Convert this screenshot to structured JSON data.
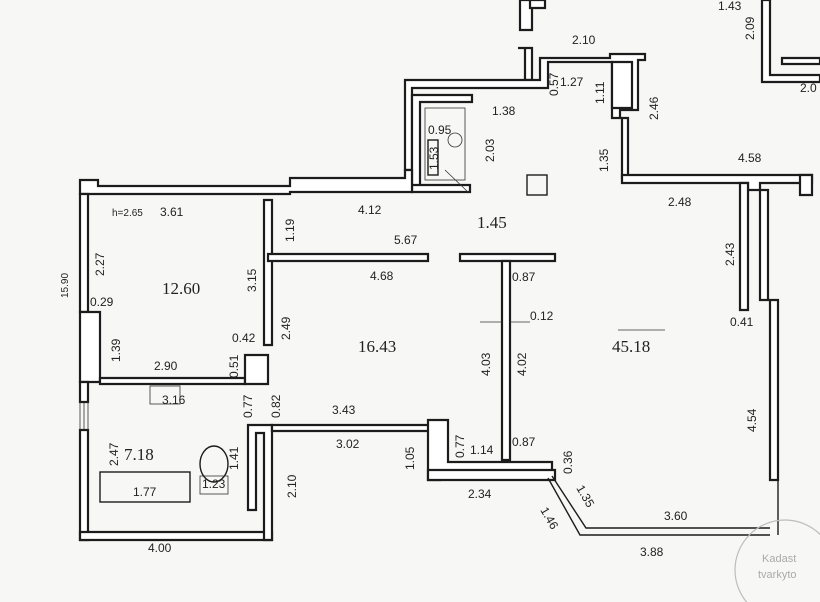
{
  "plan": {
    "height_note": "h=2.65",
    "rooms": {
      "room_left": "12.60",
      "room_middle": "16.43",
      "room_big": "45.18",
      "bathroom": "7.18",
      "wc": "1.45"
    },
    "dimensions": {
      "d_143": "1.43",
      "d_209": "2.09",
      "d_210_top": "2.10",
      "d_20": "2.0",
      "d_127": "1.27",
      "d_057": "0.57",
      "d_111": "1.11",
      "d_246": "2.46",
      "d_138": "1.38",
      "d_095": "0.95",
      "d_153": "1.53",
      "d_203": "2.03",
      "d_135_top": "1.35",
      "d_458": "4.58",
      "d_248": "2.48",
      "d_361": "3.61",
      "d_412": "4.12",
      "d_119": "1.19",
      "d_567": "5.67",
      "d_227": "2.27",
      "d_315": "3.15",
      "d_468": "4.68",
      "d_087_top": "0.87",
      "d_243": "2.43",
      "d_029": "0.29",
      "d_249": "2.49",
      "d_012": "0.12",
      "d_041": "0.41",
      "d_139": "1.39",
      "d_042": "0.42",
      "d_051": "0.51",
      "d_290": "2.90",
      "d_403": "4.03",
      "d_402": "4.02",
      "d_316": "3.16",
      "d_077_left": "0.77",
      "d_082": "0.82",
      "d_343": "3.43",
      "d_454": "4.54",
      "d_247": "2.47",
      "d_141": "1.41",
      "d_302": "3.02",
      "d_105": "1.05",
      "d_077_mid": "0.77",
      "d_114": "1.14",
      "d_087_bot": "0.87",
      "d_036": "0.36",
      "d_177": "1.77",
      "d_123": "1.23",
      "d_210_bot": "2.10",
      "d_234": "2.34",
      "d_135_bot": "1.35",
      "d_360": "3.60",
      "d_146": "1.46",
      "d_400": "4.00",
      "d_388": "3.88",
      "d_side": "15.90"
    },
    "stamp": {
      "line1": "Kadast",
      "line2": "tvarkyto"
    }
  }
}
